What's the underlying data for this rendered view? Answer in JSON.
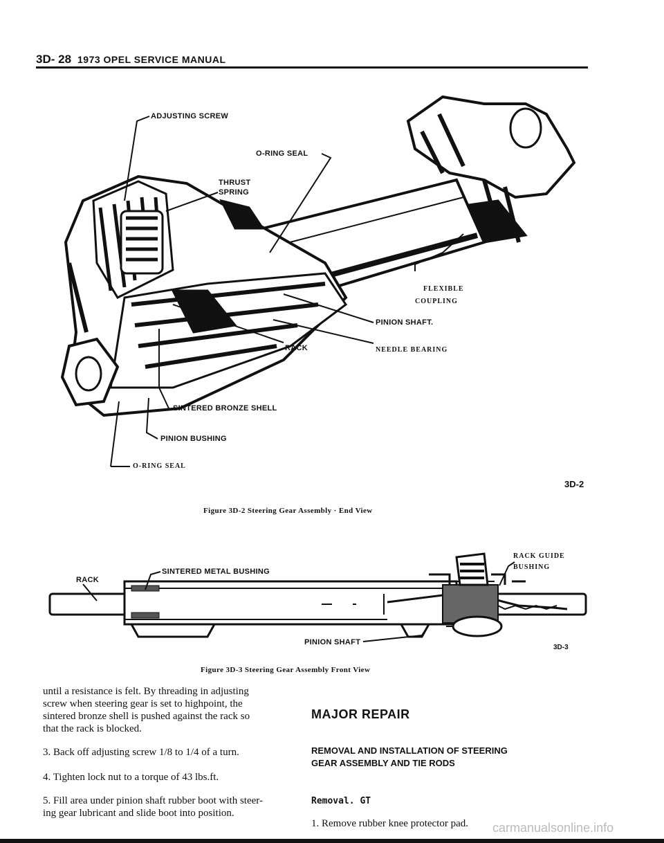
{
  "header": {
    "page_number": "3D- 28",
    "manual_title": "1973 OPEL SERVICE MANUAL"
  },
  "figure1": {
    "labels": {
      "adjusting_screw": "ADJUSTING SCREW",
      "o_ring_seal_top": "O-RING SEAL",
      "thrust": "THRUST",
      "spring": "SPRING",
      "flexible": "FLEXIBLE",
      "coupling": "COUPLING",
      "pinion_shaft": "PINION SHAFT.",
      "rack": "RACK",
      "needle_bearing": "NEEDLE BEARING",
      "sintered_bronze_shell": "SINTERED BRONZE SHELL",
      "pinion_bushing": "PINION BUSHING",
      "o_ring_seal_bottom": "O-RING SEAL"
    },
    "code": "3D-2",
    "caption": "Figure 3D-2 Steering Gear Assembly · End View"
  },
  "figure2": {
    "labels": {
      "rack": "RACK",
      "sintered_metal_bushing": "SINTERED METAL BUSHING",
      "rack_guide": "RACK GUIDE",
      "bushing": "BUSHING",
      "pinion_shaft": "PINION SHAFT"
    },
    "code": "3D-3",
    "caption": "Figure 3D-3 Steering Gear Assembly Front View"
  },
  "left_column": {
    "paragraph_lines": [
      "until a resistance is felt. By threading in adjusting",
      "screw when steering gear is set to highpoint, the",
      "sintered bronze shell is pushed against the rack so",
      "that the rack is blocked."
    ],
    "step3": "3. Back off adjusting screw 1/8 to 1/4 of a turn.",
    "step4": "4. Tighten lock nut to a torque of 43 lbs.ft.",
    "step5_lines": [
      "5. Fill area under pinion shaft rubber boot with steer-",
      "ing gear lubricant and slide boot into position."
    ]
  },
  "right_column": {
    "major_repair": "MAJOR REPAIR",
    "removal_heading_line1": "REMOVAL AND INSTALLATION OF STEERING",
    "removal_heading_line2": "GEAR ASSEMBLY AND TIE RODS",
    "removal_gt": "Removal. GT",
    "step1": "1. Remove rubber knee protector pad."
  },
  "footer": {
    "watermark": "carmanualsonline.info"
  }
}
